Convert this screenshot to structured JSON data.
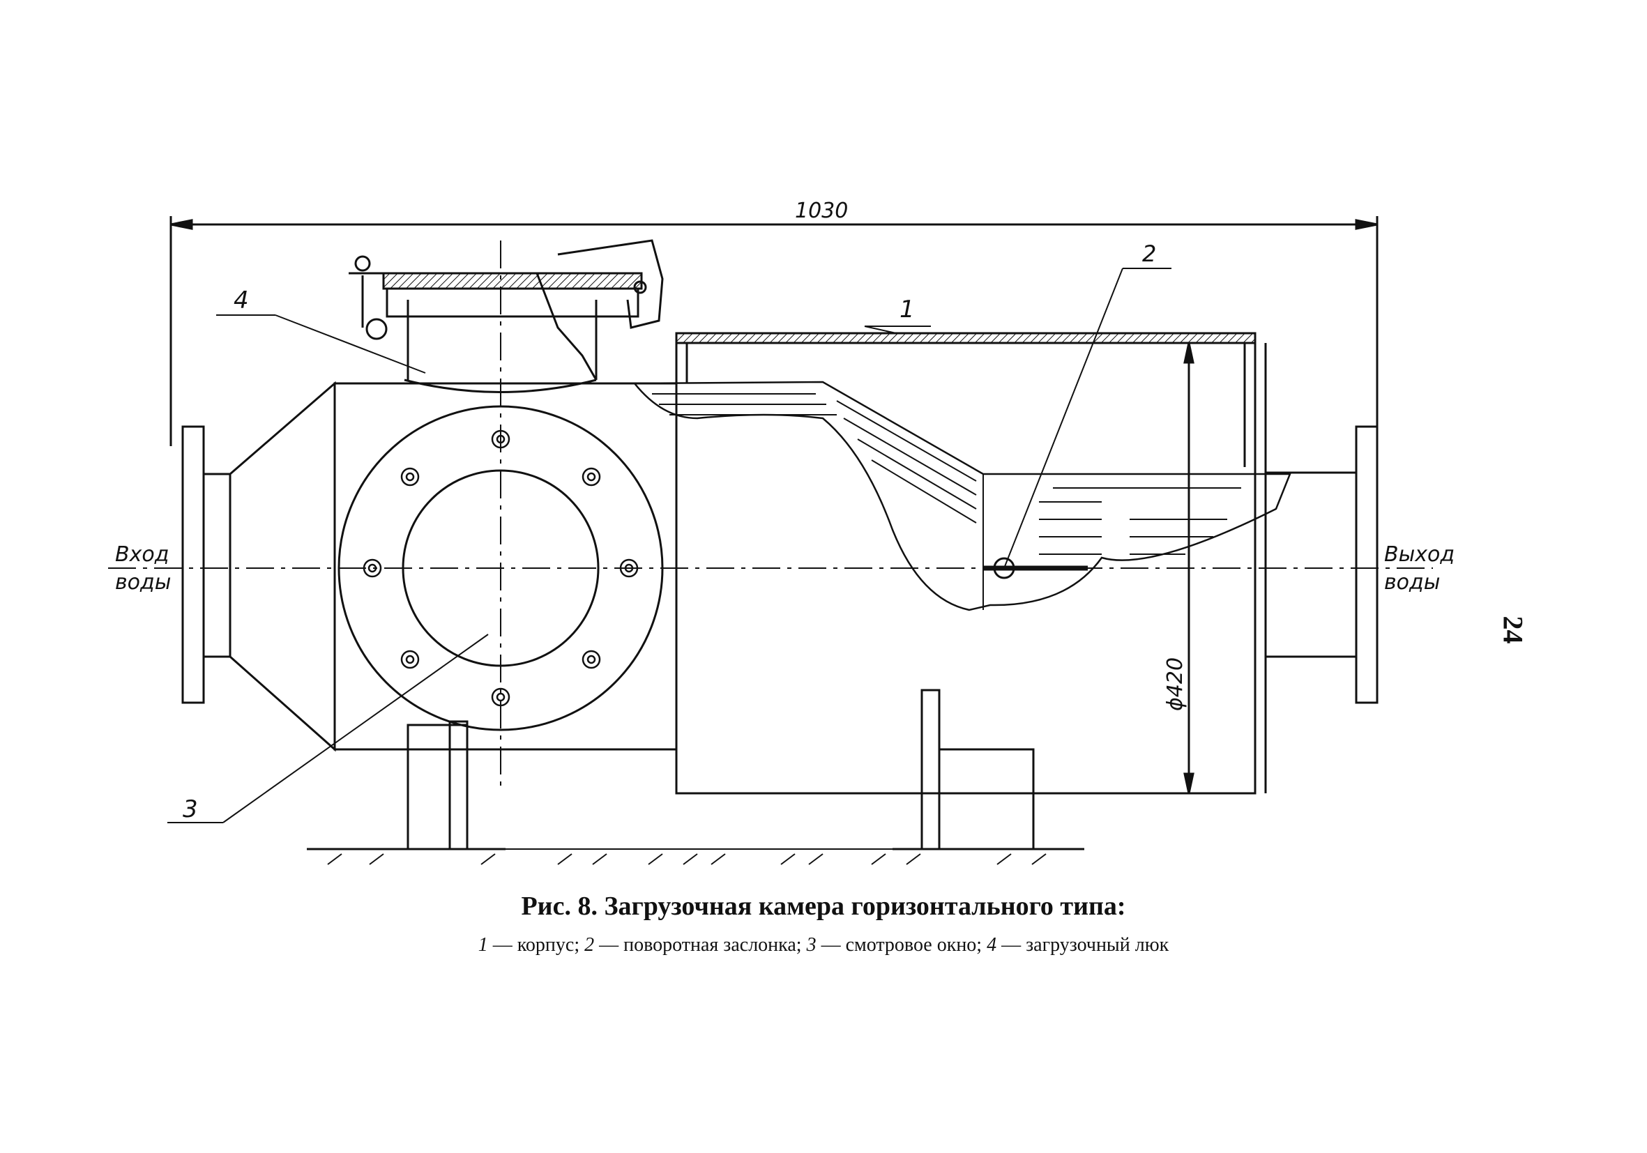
{
  "drawing": {
    "dimension_length": "1030",
    "dimension_diameter": "ϕ420",
    "inlet_label": [
      "Вход",
      "воды"
    ],
    "outlet_label": [
      "Выход",
      "воды"
    ],
    "callouts": [
      "1",
      "2",
      "3",
      "4"
    ]
  },
  "caption": {
    "title": "Рис. 8. Загрузочная камера горизонтального типа:",
    "legend": [
      {
        "num": "1",
        "text": " — корпус; "
      },
      {
        "num": "2",
        "text": " — поворотная заслонка; "
      },
      {
        "num": "3",
        "text": " — смотровое окно; "
      },
      {
        "num": "4",
        "text": " — загрузочный люк"
      }
    ]
  },
  "page_number": "24"
}
